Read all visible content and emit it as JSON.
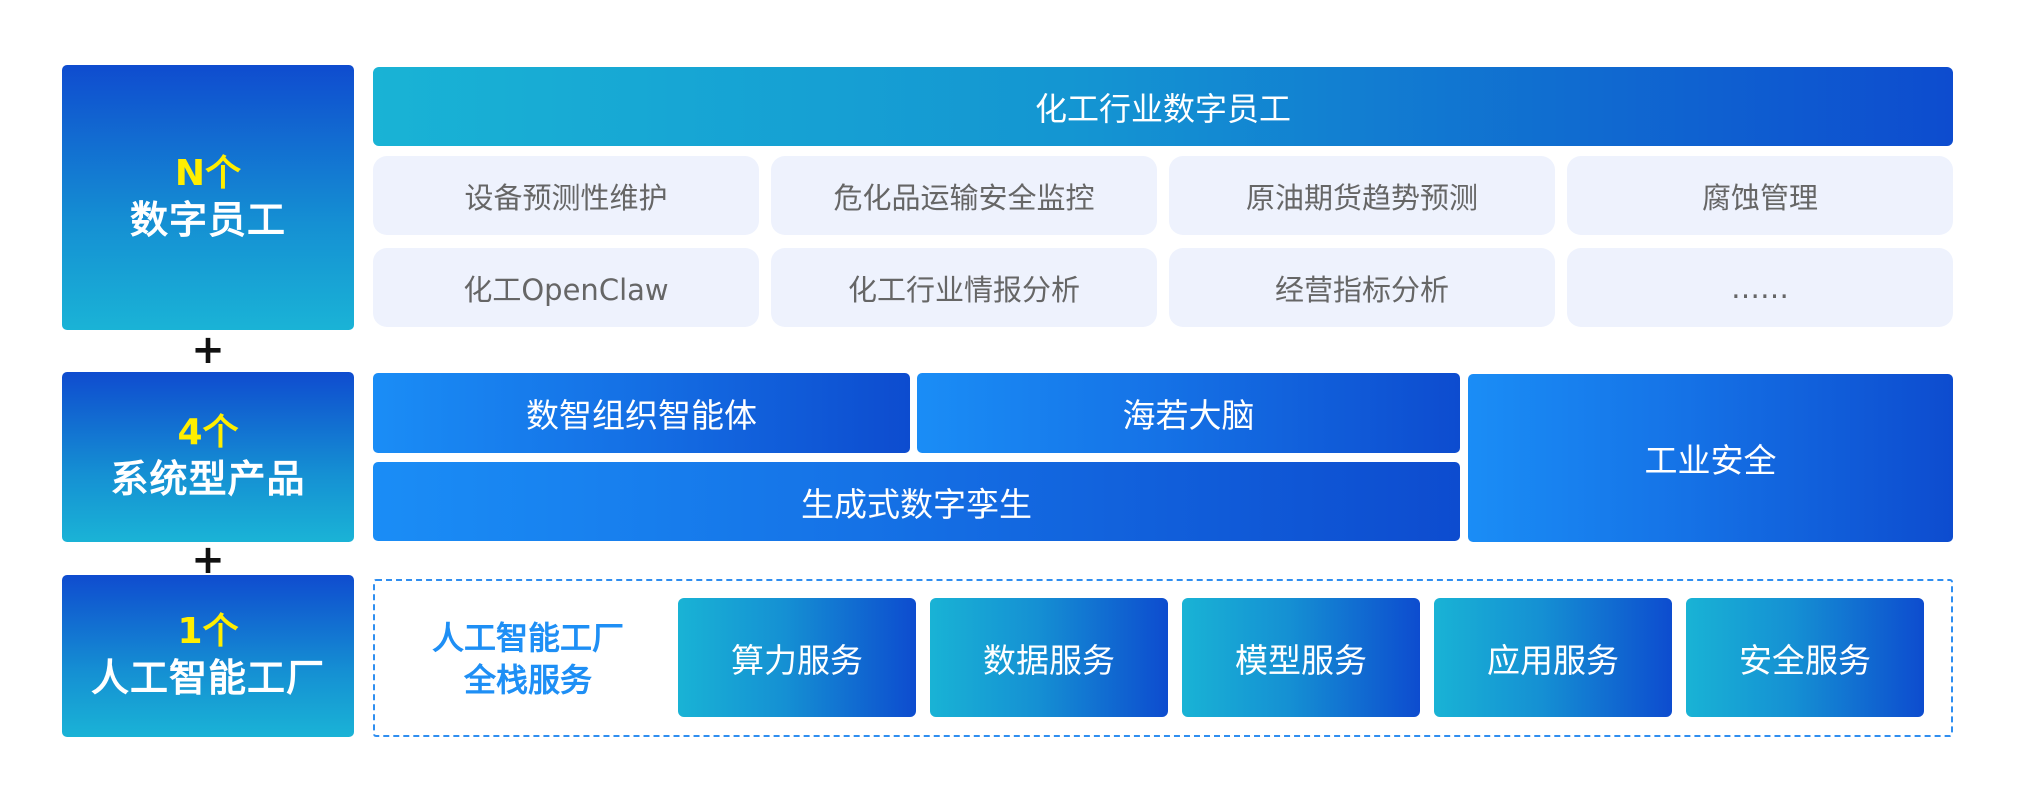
{
  "tiers": [
    {
      "count": "N个",
      "title": "数字员工"
    },
    {
      "count": "4个",
      "title": "系统型产品"
    },
    {
      "count": "1个",
      "title": "人工智能工厂"
    }
  ],
  "plus_symbol": "+",
  "digital_employees": {
    "header": "化工行业数字员工",
    "items": [
      "设备预测性维护",
      "危化品运输安全监控",
      "原油期货趋势预测",
      "腐蚀管理",
      "化工OpenClaw",
      "化工行业情报分析",
      "经营指标分析",
      "……"
    ]
  },
  "products": {
    "items": [
      "数智组织智能体",
      "海若大脑",
      "生成式数字孪生",
      "工业安全"
    ]
  },
  "ai_factory": {
    "label_line1": "人工智能工厂",
    "label_line2": "全栈服务",
    "services": [
      "算力服务",
      "数据服务",
      "模型服务",
      "应用服务",
      "安全服务"
    ]
  },
  "colors": {
    "count_yellow": "#ffee00",
    "factory_label_blue": "#1e8ff5",
    "card_bg": "#eef2fd",
    "card_text": "#666666",
    "deep_blue": "#0d4ccf",
    "cyan": "#19b3d5"
  }
}
